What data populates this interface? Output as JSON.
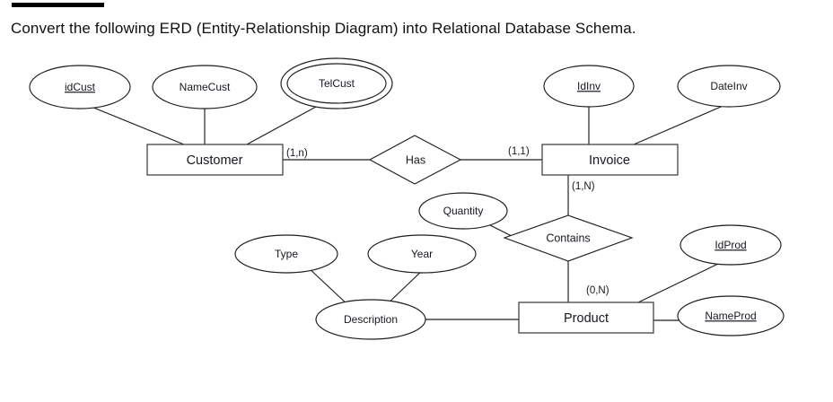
{
  "page": {
    "redaction_bar": "redacted-black-bar",
    "prompt": "Convert the following ERD (Entity-Relationship Diagram) into Relational Database Schema."
  },
  "diagram": {
    "type": "entity-relationship-diagram",
    "notation": "chen-min-max",
    "entities": [
      {
        "id": "customer",
        "label": "Customer"
      },
      {
        "id": "invoice",
        "label": "Invoice"
      },
      {
        "id": "product",
        "label": "Product"
      }
    ],
    "relationships": [
      {
        "id": "has",
        "label": "Has"
      },
      {
        "id": "contains",
        "label": "Contains"
      }
    ],
    "attributes": [
      {
        "id": "idcust",
        "label": "idCust",
        "owner": "customer",
        "key": true,
        "multivalued": false
      },
      {
        "id": "namecust",
        "label": "NameCust",
        "owner": "customer",
        "key": false,
        "multivalued": false
      },
      {
        "id": "telcust",
        "label": "TelCust",
        "owner": "customer",
        "key": false,
        "multivalued": true
      },
      {
        "id": "idinv",
        "label": "IdInv",
        "owner": "invoice",
        "key": true,
        "multivalued": false
      },
      {
        "id": "dateinv",
        "label": "DateInv",
        "owner": "invoice",
        "key": false,
        "multivalued": false
      },
      {
        "id": "quantity",
        "label": "Quantity",
        "owner": "contains",
        "key": false,
        "multivalued": false
      },
      {
        "id": "idprod",
        "label": "IdProd",
        "owner": "product",
        "key": true,
        "multivalued": false
      },
      {
        "id": "nameprod",
        "label": "NameProd",
        "owner": "product",
        "key": true,
        "multivalued": false
      },
      {
        "id": "description",
        "label": "Description",
        "owner": "product",
        "key": false,
        "composite": true
      },
      {
        "id": "type",
        "label": "Type",
        "owner": "description",
        "key": false,
        "multivalued": false
      },
      {
        "id": "year",
        "label": "Year",
        "owner": "description",
        "key": false,
        "multivalued": false
      }
    ],
    "cardinalities": [
      {
        "id": "cust-has",
        "label": "(1,n)",
        "between": "Customer-Has"
      },
      {
        "id": "has-inv",
        "label": "(1,1)",
        "between": "Has-Invoice"
      },
      {
        "id": "inv-contains",
        "label": "(1,N)",
        "between": "Invoice-Contains"
      },
      {
        "id": "contains-prod",
        "label": "(0,N)",
        "between": "Contains-Product"
      }
    ],
    "colors": {
      "stroke": "#1d1d1d",
      "entity_stroke": "#444444",
      "fill": "#ffffff",
      "text": "#17171f",
      "redaction": "#000000"
    }
  }
}
